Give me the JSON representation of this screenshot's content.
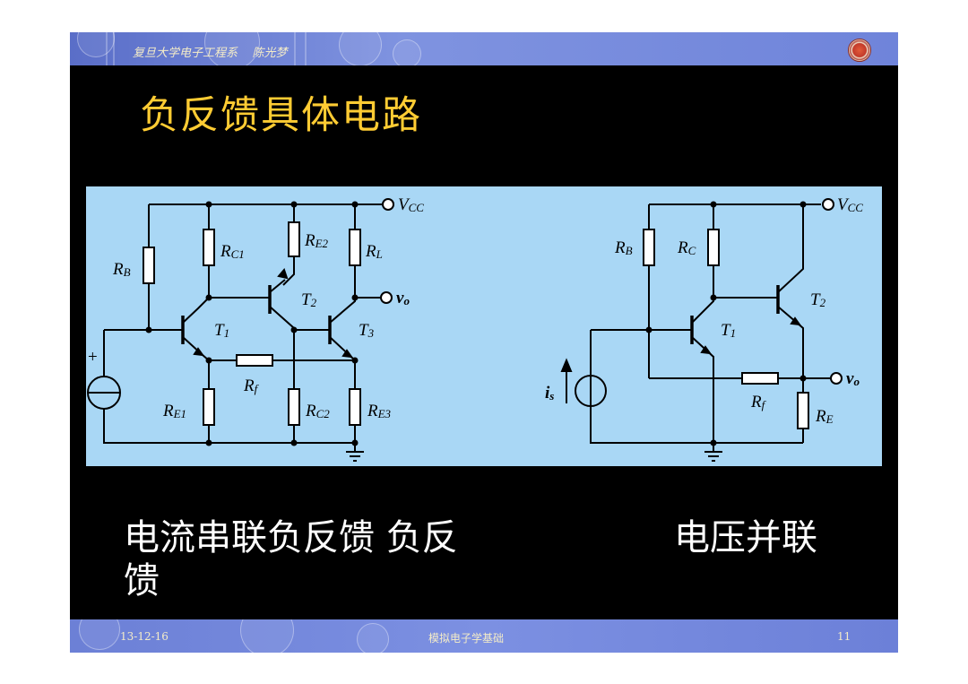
{
  "header": {
    "text": "复旦大学电子工程系    陈光梦"
  },
  "title": "负反馈具体电路",
  "circuit_left": {
    "labels": {
      "vcc": "V",
      "vcc_sub": "CC",
      "vo": "v",
      "vo_sub": "o",
      "rb": "R",
      "rb_sub": "B",
      "rc1": "R",
      "rc1_sub": "C1",
      "re2": "R",
      "re2_sub": "E2",
      "rl": "R",
      "rl_sub": "L",
      "t2": "T",
      "t2_sub": "2",
      "t1": "T",
      "t1_sub": "1",
      "t3": "T",
      "t3_sub": "3",
      "rf": "R",
      "rf_sub": "f",
      "re1": "R",
      "re1_sub": "E1",
      "rc2": "R",
      "rc2_sub": "C2",
      "re3": "R",
      "re3_sub": "E3",
      "plus": "+"
    }
  },
  "circuit_right": {
    "labels": {
      "vcc": "V",
      "vcc_sub": "CC",
      "rb": "R",
      "rb_sub": "B",
      "rc": "R",
      "rc_sub": "C",
      "t2": "T",
      "t2_sub": "2",
      "t1": "T",
      "t1_sub": "1",
      "vo": "v",
      "vo_sub": "o",
      "is": "i",
      "is_sub": "s",
      "rf": "R",
      "rf_sub": "f",
      "re": "R",
      "re_sub": "E"
    }
  },
  "caption_left": "电流串联负反馈 负反馈",
  "caption_right": "电压并联",
  "footer": {
    "date": "13-12-16",
    "course": "模拟电子学基础",
    "page": "11"
  },
  "colors": {
    "title": "#ffcc33",
    "panel": "#a9d7f5",
    "bar": "#7488dc"
  }
}
